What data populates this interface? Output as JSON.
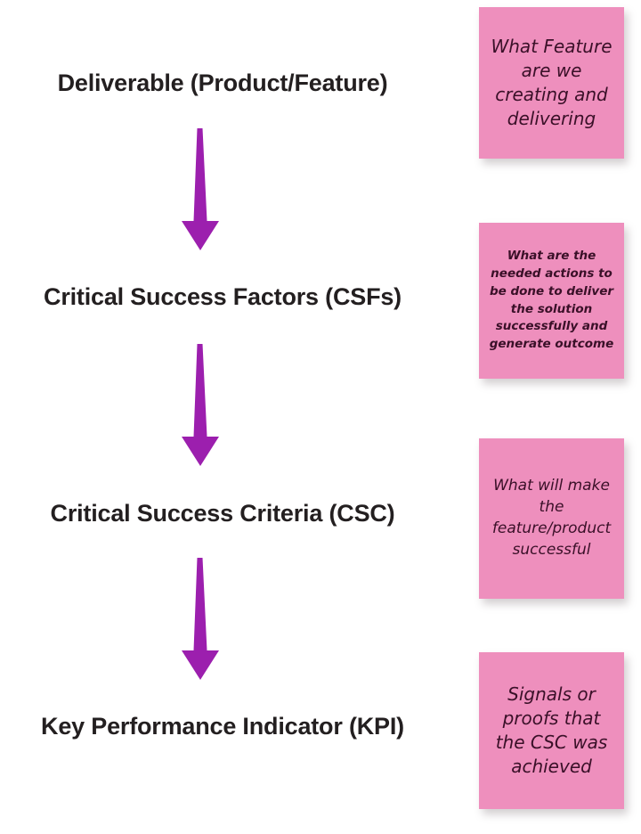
{
  "theme": {
    "background": "#ffffff",
    "arrow_color": "#9c1fae",
    "note_color": "#ee8fbd",
    "heading_color": "#231f20",
    "note_text_color": "#3a1028"
  },
  "flow": {
    "stages": [
      {
        "label": "Deliverable (Product/Feature)"
      },
      {
        "label": "Critical Success Factors (CSFs)"
      },
      {
        "label": "Critical Success Criteria (CSC)"
      },
      {
        "label": "Key Performance Indicator (KPI)"
      }
    ],
    "arrows": [
      {
        "name": "arrow-deliverable-to-csf"
      },
      {
        "name": "arrow-csf-to-csc"
      },
      {
        "name": "arrow-csc-to-kpi"
      }
    ]
  },
  "notes": [
    {
      "text": "What Feature\nare we\ncreating and\ndelivering"
    },
    {
      "text": "What are the\nneeded  actions to\nbe done to deliver\nthe solution\nsuccessfully and\ngenerate outcome"
    },
    {
      "text": "What will make\nthe\nfeature/product\nsuccessful"
    },
    {
      "text": "Signals or\nproofs that\nthe CSC was\nachieved"
    }
  ]
}
